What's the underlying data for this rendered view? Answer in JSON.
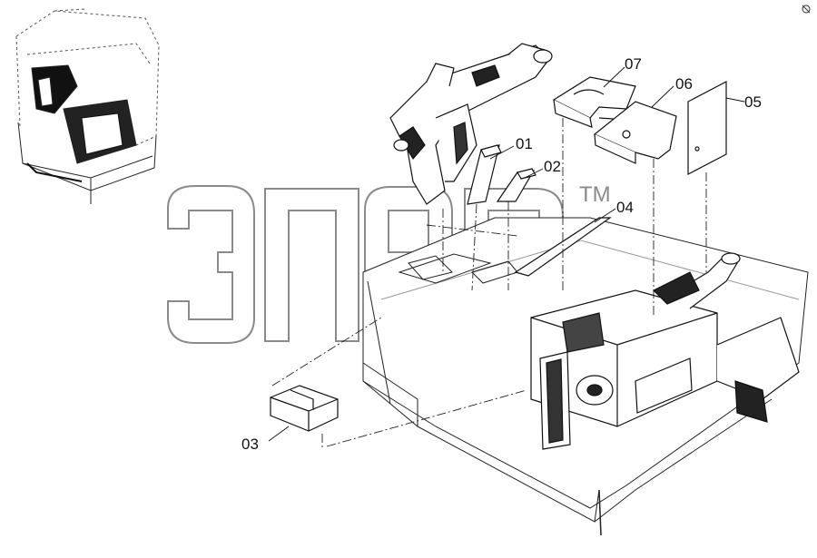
{
  "diagram": {
    "watermark_text": "ЭПЕР",
    "watermark_tm": "TM",
    "callouts": [
      "01",
      "02",
      "03",
      "04",
      "05",
      "06",
      "07"
    ]
  }
}
